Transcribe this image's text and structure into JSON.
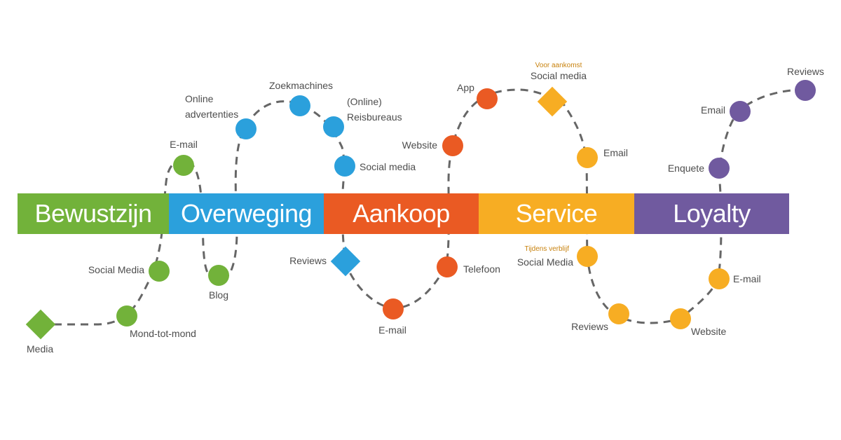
{
  "colors": {
    "green": "#72b23a",
    "blue": "#2ba0dc",
    "red": "#ea5a23",
    "orange": "#f7ad23",
    "purple": "#705a9f",
    "path": "#666666",
    "label": "#4d4d4d",
    "note": "#c8820e"
  },
  "stages": [
    {
      "label": "Bewustzijn",
      "color": "#72b23a"
    },
    {
      "label": "Overweging",
      "color": "#2ba0dc"
    },
    {
      "label": "Aankoop",
      "color": "#ea5a23"
    },
    {
      "label": "Service",
      "color": "#f7ad23"
    },
    {
      "label": "Loyalty",
      "color": "#705a9f"
    }
  ],
  "touchpoints": {
    "media": "Media",
    "mond_tot_mond": "Mond-tot-mond",
    "social_media_green": "Social Media",
    "email_green": "E-mail",
    "blog": "Blog",
    "online_advertenties_1": "Online",
    "online_advertenties_2": "advertenties",
    "zoekmachines": "Zoekmachines",
    "online_reisbureaus_1": "(Online)",
    "online_reisbureaus_2": "Reisbureaus",
    "social_media_blue": "Social media",
    "reviews_blue": "Reviews",
    "email_red": "E-mail",
    "telefoon": "Telefoon",
    "website_red": "Website",
    "app": "App",
    "voor_aankomst": "Voor aankomst",
    "social_media_orange_top": "Social media",
    "email_orange": "Email",
    "tijdens_verblijf": "Tijdens verblijf",
    "social_media_orange_bottom": "Social Media",
    "reviews_orange": "Reviews",
    "website_orange": "Website",
    "email_orange_bottom": "E-mail",
    "enquete": "Enquete",
    "email_purple": "Email",
    "reviews_purple": "Reviews"
  }
}
